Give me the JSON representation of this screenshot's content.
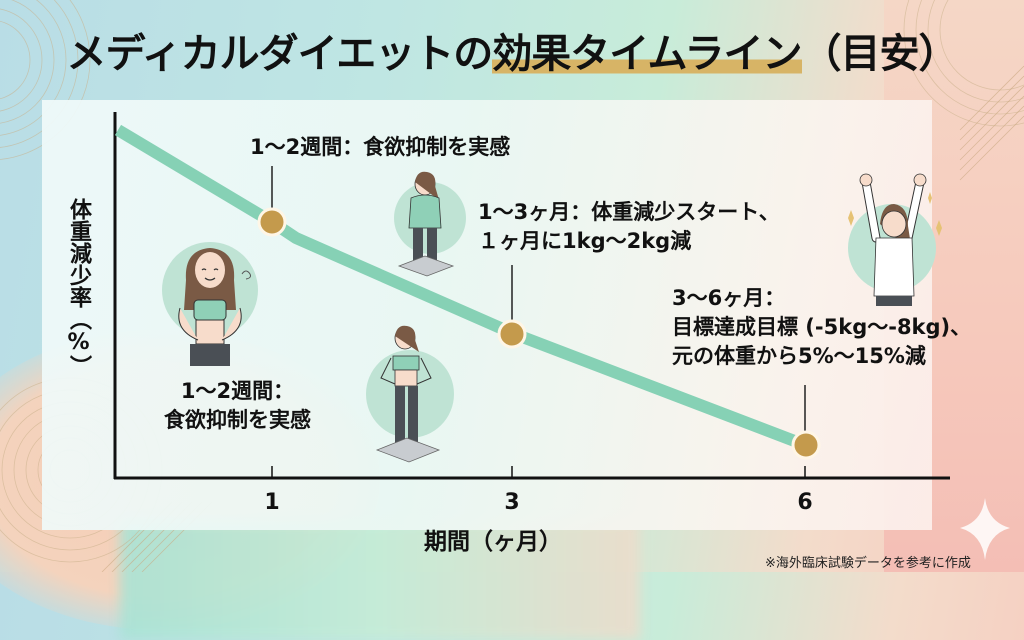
{
  "title": {
    "part1": "メディカルダイエットの",
    "highlight": "効果タイムライン",
    "part2": "（目安）"
  },
  "colors": {
    "line": "#86d1b5",
    "marker": "#c49a4c",
    "marker_ring": "#fff6e6",
    "axis": "#111111",
    "title_highlight": "#d7b466",
    "figure_circle": "#bfe3d4"
  },
  "axes": {
    "ylabel": "体重減少率（%）",
    "xlabel": "期間（ヶ月）",
    "xticks": [
      "1",
      "3",
      "6"
    ]
  },
  "annotations": {
    "a1": "1〜2週間：食欲抑制を実感",
    "a2_line1": "1〜3ヶ月：体重減少スタート、",
    "a2_line2": "１ヶ月に1kg〜2kg減",
    "a3_line1": "3〜6ヶ月：",
    "a3_line2": "目標達成目標 (-5kg〜-8kg)、",
    "a3_line3": "元の体重から5%〜15%減",
    "caption_line1": "1〜2週間：",
    "caption_line2": "食欲抑制を実感"
  },
  "illustrations": [
    {
      "name": "woman-touching-stomach",
      "label": "1〜2週間"
    },
    {
      "name": "woman-on-scale-start",
      "label": "1〜3ヶ月"
    },
    {
      "name": "woman-on-scale-slimmer",
      "label": "1〜3ヶ月"
    },
    {
      "name": "woman-celebrating",
      "label": "3〜6ヶ月"
    }
  ],
  "footnote": "※海外臨床試験データを参考に作成",
  "chart_data": {
    "type": "line",
    "title": "メディカルダイエットの効果タイムライン（目安）",
    "xlabel": "期間（ヶ月）",
    "ylabel": "体重減少率（%）",
    "x_ticks": [
      1,
      3,
      6
    ],
    "y_ticks": [],
    "grid": false,
    "legend": null,
    "series": [
      {
        "name": "体重減少率",
        "x": [
          0,
          0.25,
          1,
          3,
          6
        ],
        "y_relative_descending": [
          0,
          26,
          31,
          57,
          90
        ],
        "note": "Y-axis unlabeled; values are relative drop (0=start, 100=axis bottom) read from line position"
      }
    ],
    "markers": [
      {
        "x": 0.5,
        "label": "1〜2週間：食欲抑制を実感"
      },
      {
        "x": 3,
        "label": "1〜3ヶ月：体重減少スタート、１ヶ月に1kg〜2kg減"
      },
      {
        "x": 6,
        "label": "3〜6ヶ月：目標達成目標 (-5kg〜-8kg)、元の体重から5%〜15%減"
      }
    ],
    "annotations": [
      "※海外臨床試験データを参考に作成"
    ]
  }
}
